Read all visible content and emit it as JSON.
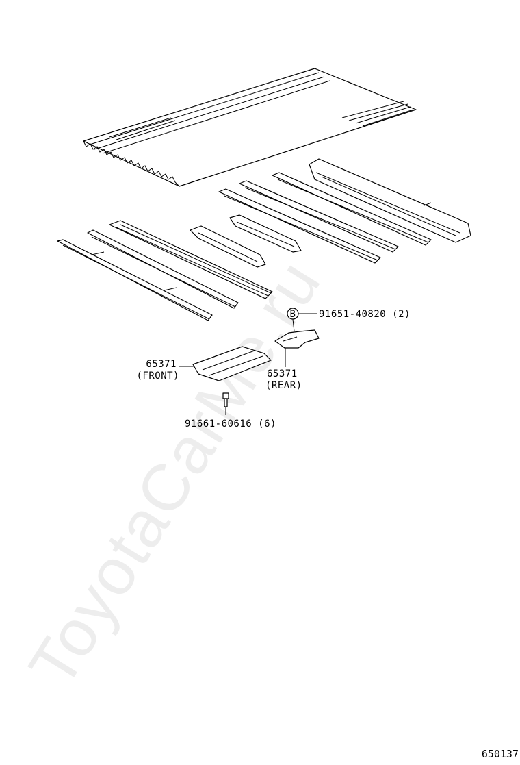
{
  "watermark": "ToyotaCarMe.ru",
  "callouts": {
    "bolt_b": {
      "symbol": "B",
      "part_no": "91651-40820 (2)"
    },
    "front_bracket": {
      "part_no": "65371",
      "position": "(FRONT)"
    },
    "rear_bracket": {
      "part_no": "65371",
      "position": "(REAR)"
    },
    "bolt_front": {
      "part_no": "91661-60616 (6)"
    }
  },
  "diagram_ref": "650137"
}
